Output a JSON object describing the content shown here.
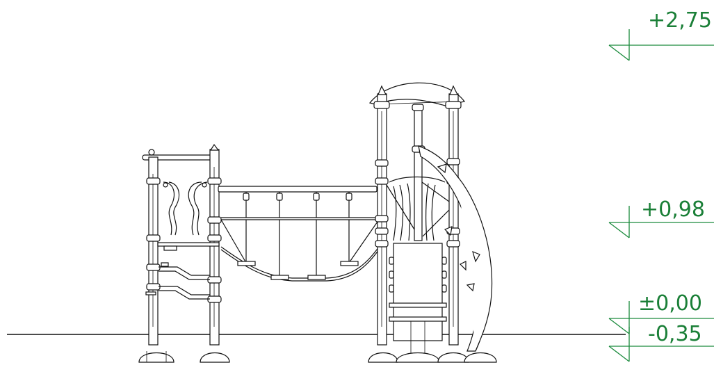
{
  "levels": [
    {
      "id": "top",
      "label": "+2,75"
    },
    {
      "id": "deck",
      "label": "+0,98"
    },
    {
      "id": "ground",
      "label": "±0,00"
    },
    {
      "id": "foundation",
      "label": "-0,35"
    }
  ],
  "colors": {
    "drawing_line": "#111111",
    "level_marker": "#1a7f37",
    "background": "#ffffff"
  }
}
